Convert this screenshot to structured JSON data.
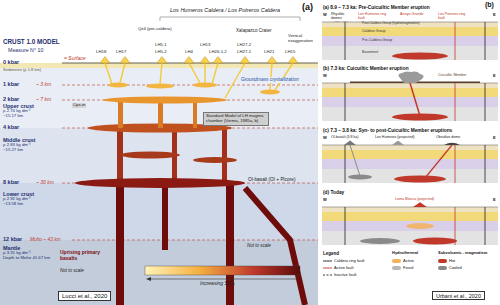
{
  "diagram": {
    "nodes": [
      {
        "text": [
          "Upper crust",
          "ρ 2.74 kg dm⁻³",
          "~15.17 km"
        ]
      },
      {
        "text": [
          "Middle crust",
          "ρ 2.83 kg dm⁻³",
          "~15.27 km"
        ]
      },
      {
        "text": [
          "Lower crust",
          "ρ 2.92 kg dm⁻³",
          "~13.58 km"
        ]
      },
      {
        "text": [
          "Mantle",
          "ρ 3.31 kg dm⁻³",
          "Depth to Moho 41.67 km"
        ]
      },
      {
        "text": [
          "Standard Model of LH magma chamber (Verma, 1985a, b)"
        ]
      },
      {
        "text": [
          "Lucci et al., 2020"
        ]
      },
      {
        "text": [
          "(a) 8.9 – 7.3 ka: Pre-Cuicuiltic Member eruption"
        ]
      },
      {
        "text": [
          "(b) 7.3 ka: Cuicuiltic Member eruption"
        ]
      },
      {
        "text": [
          "(c) 7.3 – 3.8 ka: Syn- to post-Cuicuiltic Member eruptions"
        ]
      },
      {
        "text": [
          "(d) Today"
        ]
      },
      {
        "text": [
          "Urbani et al., 2020"
        ]
      }
    ],
    "labels": [
      "(a)",
      "Los Humeros Caldera / Los Potreros Caldera",
      "Xalapazco Crater",
      "Qz4 (pre-caldera)",
      "LH18",
      "LH17",
      "LH5-1",
      "LH5-2",
      "LH4",
      "LH13",
      "LH26-1,2",
      "LH27-2",
      "LH27-1",
      "LH21",
      "LH15",
      "Vertical exaggeration",
      "CRUST 1.0 MODEL",
      "Measure N° 10",
      "0 kbar",
      "= Surface",
      "Sediments (ρ 1.8 km)",
      "1 kbar",
      "~ 3 km",
      "2 kbar",
      "~ 7 km",
      "4 kbar",
      "8 kbar",
      "~ 30 km",
      "12 kbar",
      "Moho ~ 43 km",
      "Groundmass crystallization",
      "Cpx-in",
      "Ol-basalt (Ol + Plcore)",
      "Uprising primary basalts",
      "Not to scale",
      "Not to scale",
      "Increasing SiO₂",
      "(b)",
      "W",
      "E",
      "Rhyolitic domes",
      "Los Humeros ring fault",
      "Arroyo Grande",
      "Los Potreros ring fault",
      "Post-Caldera Group (hydromagmatites)",
      "Caldera Group",
      "Pre-Caldera Group",
      "Basement",
      "W",
      "E",
      "Cuicuiltic Member",
      "W",
      "E",
      "Ol-basalt (3.8 ka)",
      "Los Humeros (projected)",
      "Obsidian dome",
      "W",
      "E",
      "Loma Blanca (projected)",
      "Legend",
      "Hydrothermal",
      "Subvolcanic - magmatism"
    ],
    "legend": [
      {
        "text": "Caldera ring fault"
      },
      {
        "text": "Active fault"
      },
      {
        "text": "Inactive fault"
      },
      {
        "text": "Active",
        "color": "#f3b25a"
      },
      {
        "text": "Fossil",
        "color": "#b8b8b8"
      },
      {
        "text": "Hot",
        "color": "#c0392b"
      },
      {
        "text": "Cooled",
        "color": "#8a8a8a"
      }
    ]
  }
}
